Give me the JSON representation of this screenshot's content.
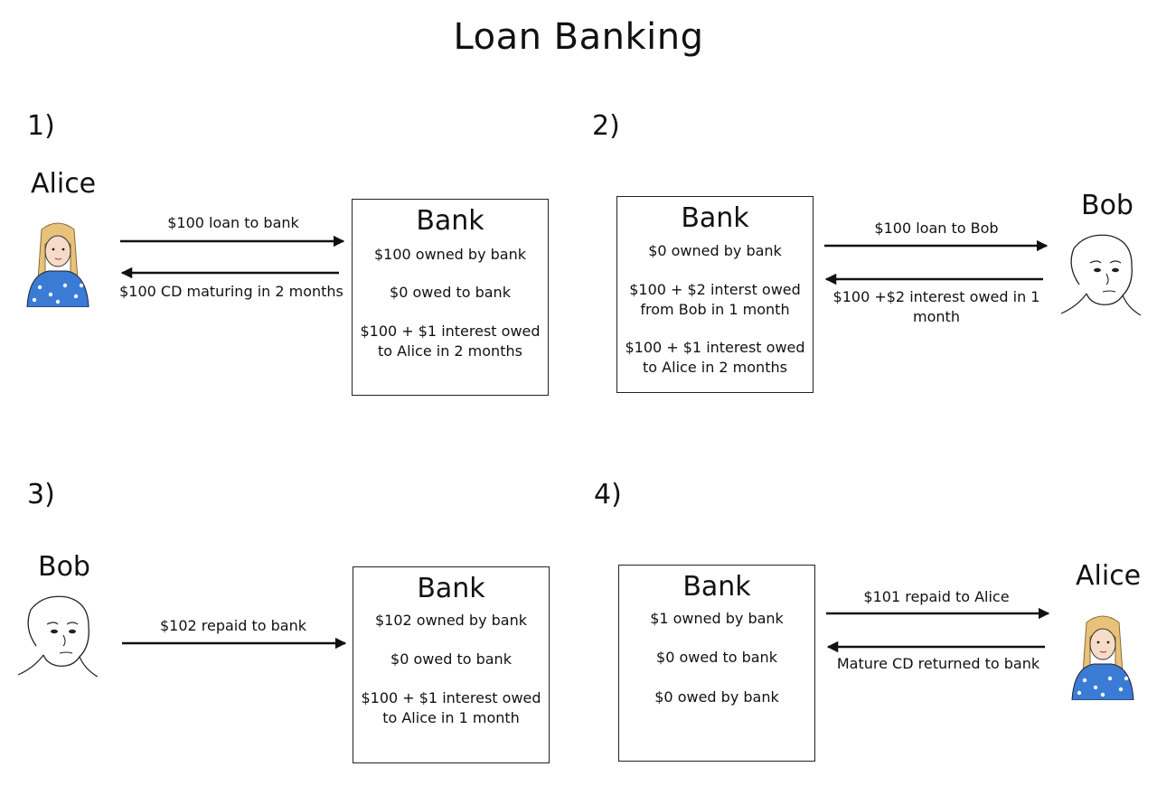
{
  "title": "Loan Banking",
  "colors": {
    "ink": "#111111",
    "alice_dress": "#3a7bd5",
    "alice_hair": "#e8c27a",
    "skin": "#f6dcc8"
  },
  "panels": [
    {
      "step": "1)",
      "actor": "Alice",
      "bank": {
        "title": "Bank",
        "lines": [
          "$100 owned by bank",
          "$0 owed to bank",
          "$100 + $1 interest owed to Alice in 2 months"
        ]
      },
      "arrows": [
        {
          "direction": "to-bank",
          "label": "$100 loan to bank"
        },
        {
          "direction": "to-actor",
          "label": "$100 CD maturing in 2 months"
        }
      ]
    },
    {
      "step": "2)",
      "actor": "Bob",
      "bank": {
        "title": "Bank",
        "lines": [
          "$0 owned by bank",
          "$100 + $2 interst owed from Bob in 1 month",
          "$100 + $1 interest owed to Alice in 2 months"
        ]
      },
      "arrows": [
        {
          "direction": "to-actor",
          "label": "$100 loan to Bob"
        },
        {
          "direction": "to-bank",
          "label": "$100 +$2 interest owed in 1 month"
        }
      ]
    },
    {
      "step": "3)",
      "actor": "Bob",
      "bank": {
        "title": "Bank",
        "lines": [
          "$102 owned by bank",
          "$0 owed to bank",
          "$100 + $1 interest owed to Alice in 1 month"
        ]
      },
      "arrows": [
        {
          "direction": "to-bank",
          "label": "$102 repaid to bank"
        }
      ]
    },
    {
      "step": "4)",
      "actor": "Alice",
      "bank": {
        "title": "Bank",
        "lines": [
          "$1 owned by bank",
          "$0 owed to bank",
          "$0 owed by bank"
        ]
      },
      "arrows": [
        {
          "direction": "to-actor",
          "label": "$101 repaid to Alice"
        },
        {
          "direction": "to-bank",
          "label": "Mature CD returned to bank"
        }
      ]
    }
  ]
}
